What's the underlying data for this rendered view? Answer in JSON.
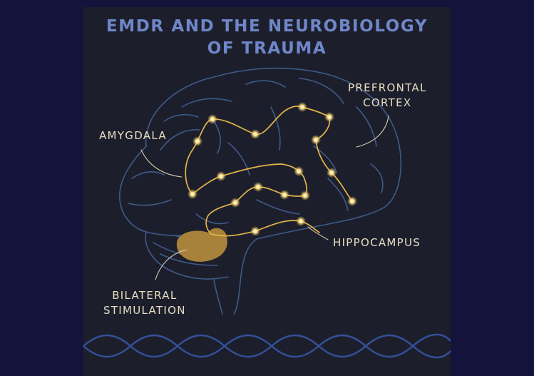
{
  "title": {
    "line1": "EMDR AND THE NEUROBIOLOGY",
    "line2": "OF TRAUMA"
  },
  "labels": {
    "prefrontal_cortex": {
      "line1": "PREFRONTAL",
      "line2": "CORTEX"
    },
    "amygdala": "AMYGDALA",
    "hippocampus": "HIPPOCAMPUS",
    "bilateral_stimulation": {
      "line1": "BILATERAL",
      "line2": "STIMULATION"
    }
  },
  "colors": {
    "background": "#13133b",
    "panel": "#1c1f2b",
    "title": "#6f86c9",
    "brain_outline": "#3f5a8a",
    "neural_path": "#e3b44a",
    "node_glow": "#ffe08a",
    "cerebellum_blob": "#a8823a",
    "label_text": "#e8dcc2",
    "wave": "#34509a"
  }
}
